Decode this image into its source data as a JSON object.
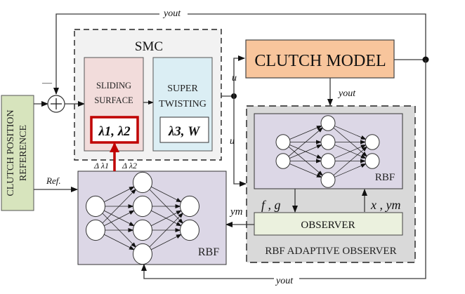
{
  "colors": {
    "reference_fill": "#d7e4bd",
    "smc_fill": "#f2f2f2",
    "sliding_fill": "#f2dcdb",
    "super_fill": "#dbeef4",
    "clutch_fill": "#f8c59c",
    "rbf_fill": "#dcd7e6",
    "observer_fill": "#ebf1de",
    "observer_group_fill": "#d9d9d9",
    "highlight_red": "#c00000"
  },
  "blocks": {
    "reference": "CLUTCH POSITION REFERENCE",
    "reference_line1": "CLUTCH POSITION",
    "reference_line2": "REFERENCE",
    "smc_title": "SMC",
    "sliding_line1": "SLIDING",
    "sliding_line2": "SURFACE",
    "sliding_params": "λ1, λ2",
    "super_line1": "SUPER",
    "super_line2": "TWISTING",
    "super_params": "λ3, W",
    "clutch_model": "CLUTCH MODEL",
    "rbf_controller_label": "RBF",
    "rbf_observer_label": "RBF",
    "observer": "OBSERVER",
    "observer_group_title": "RBF ADAPTIVE OBSERVER",
    "summing_junction": "+",
    "minus_sign": "—"
  },
  "signals": {
    "yout_top": "yout",
    "yout_clutch": "yout",
    "yout_bottom": "yout",
    "u_upper": "u",
    "u_lower": "u",
    "ref": "Ref.",
    "ym": "ym",
    "fg": "f , g",
    "x_ym": "x , ym",
    "delta_l1": "Δ λ1",
    "delta_l2": "Δ λ2"
  },
  "networks": {
    "layers": [
      2,
      4,
      2
    ]
  }
}
